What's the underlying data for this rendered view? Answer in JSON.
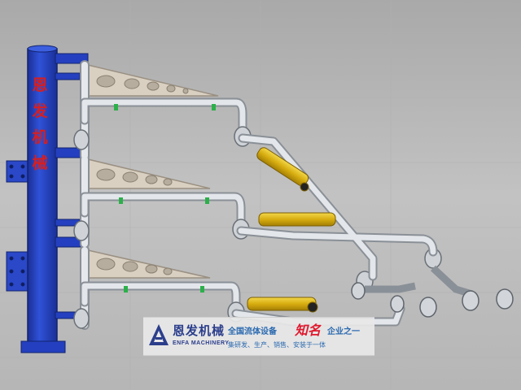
{
  "scene": {
    "subject": "loading-arm",
    "column_characters": [
      "恩",
      "发",
      "机",
      "械"
    ],
    "colors": {
      "background": "#b8b8b8",
      "column": "#2140b8",
      "pipe": "#d9dde2",
      "yellow_cylinder": "#e6c21a",
      "bracket_plate": "#d6cdbf",
      "column_text": "#d81e1e"
    }
  },
  "banner": {
    "brand_name": "恩发机械",
    "brand_en": "ENFA MACHINERY",
    "slogan_part1": "全国流体设备",
    "slogan_famous": "知名",
    "slogan_part2": "企业之一",
    "slogan_line2": "集研发、生产、销售、安装于一体"
  }
}
